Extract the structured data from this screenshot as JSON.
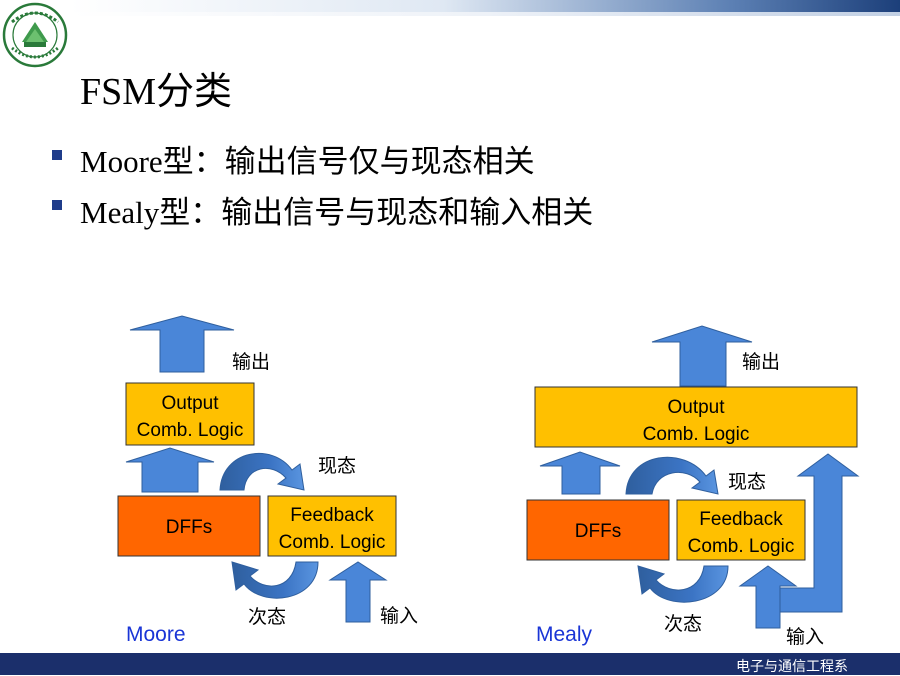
{
  "slide": {
    "title": "FSM分类",
    "bullets": [
      "Moore型：输出信号仅与现态相关",
      "Mealy型：输出信号与现态和输入相关"
    ],
    "footer": "电子与通信工程系"
  },
  "moore": {
    "model": "Moore",
    "output_box": [
      "Output",
      "Comb. Logic"
    ],
    "dff_box": "DFFs",
    "feedback_box": [
      "Feedback",
      "Comb. Logic"
    ],
    "label_output": "输出",
    "label_present": "现态",
    "label_next": "次态",
    "label_input": "输入"
  },
  "mealy": {
    "model": "Mealy",
    "output_box": [
      "Output",
      "Comb. Logic"
    ],
    "dff_box": "DFFs",
    "feedback_box": [
      "Feedback",
      "Comb. Logic"
    ],
    "label_output": "输出",
    "label_present": "现态",
    "label_next": "次态",
    "label_input": "输入"
  },
  "colors": {
    "arrow": "#4a86d8",
    "arrow_dark": "#2f5f9e",
    "yellow_box": "#ffc000",
    "orange_box": "#ff6600",
    "footer_bg": "#1b2f6b",
    "model_label": "#1a35d6"
  }
}
